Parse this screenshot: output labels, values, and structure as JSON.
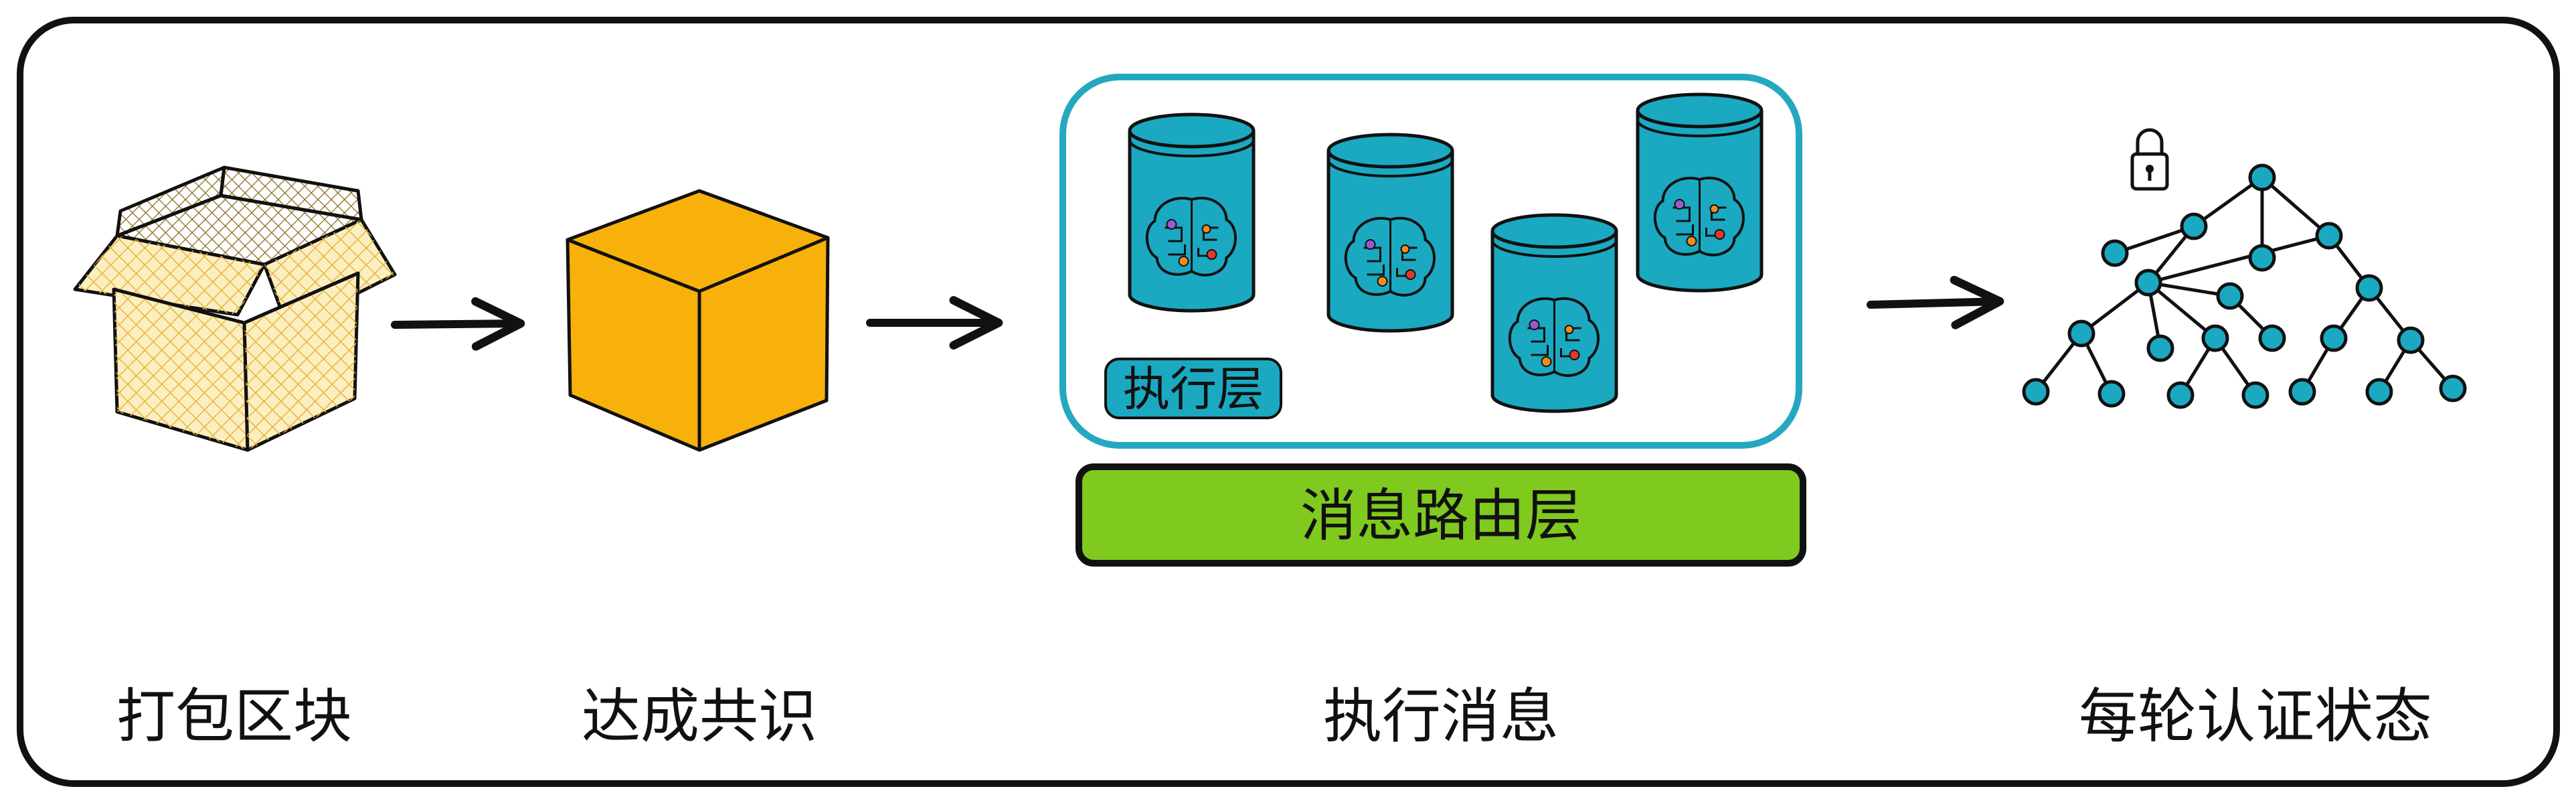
{
  "stages": [
    {
      "id": "pack",
      "label": "打包区块",
      "icon": "open-box-icon"
    },
    {
      "id": "consensus",
      "label": "达成共识",
      "icon": "cube-icon"
    },
    {
      "id": "execute",
      "label": "执行消息",
      "icon": "database-cluster-icon"
    },
    {
      "id": "certify",
      "label": "每轮认证状态",
      "icon": "merkle-tree-icon"
    }
  ],
  "execution_layer": {
    "label": "执行层",
    "node_count": 4
  },
  "routing_layer": {
    "label": "消息路由层"
  },
  "colors": {
    "frame": "#111111",
    "box_fill": "#fbeec0",
    "box_hatch": "#e8b53c",
    "cube": "#f7b10a",
    "database": "#1aa9c1",
    "execution_border": "#24a8c0",
    "routing_bar": "#80c91f",
    "tree_node": "#1aa9c1",
    "brain_dots": [
      "#9b59d0",
      "#f28b1c",
      "#e03a2a"
    ]
  }
}
